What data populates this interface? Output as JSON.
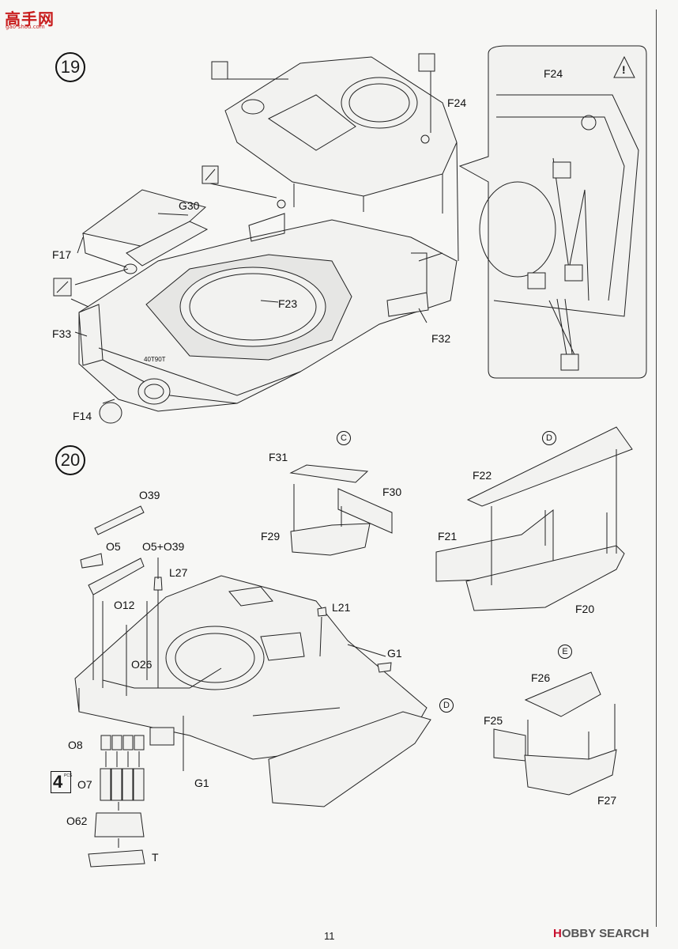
{
  "header": {
    "logo_text": "高手网",
    "logo_url": "gao-shou.com"
  },
  "step19": {
    "number": "19",
    "labels": {
      "f24": "F24",
      "g30": "G30",
      "f17": "F17",
      "f23": "F23",
      "f33": "F33",
      "f32": "F32",
      "f14": "F14",
      "hull_text": "40T90T"
    },
    "detail": {
      "title": "F24",
      "warning": "!"
    }
  },
  "step20": {
    "number": "20",
    "labels": {
      "o39": "O39",
      "o5": "O5",
      "o5o39": "O5+O39",
      "l27": "L27",
      "o12": "O12",
      "l21": "L21",
      "o26": "O26",
      "g1a": "G1",
      "g1b": "G1",
      "o8": "O8",
      "o7": "O7",
      "o62": "O62",
      "t": "T",
      "d_ref": "D"
    },
    "pcs": {
      "count": "4",
      "unit": "PCS"
    },
    "sub_c": {
      "letter": "C",
      "f31": "F31",
      "f30": "F30",
      "f29": "F29"
    },
    "sub_d": {
      "letter": "D",
      "f22": "F22",
      "f21": "F21",
      "f20": "F20"
    },
    "sub_e": {
      "letter": "E",
      "f26": "F26",
      "f25": "F25",
      "f27": "F27"
    }
  },
  "footer": {
    "page_number": "11",
    "watermark_a": "H",
    "watermark_b": "OBBY SEARCH"
  }
}
